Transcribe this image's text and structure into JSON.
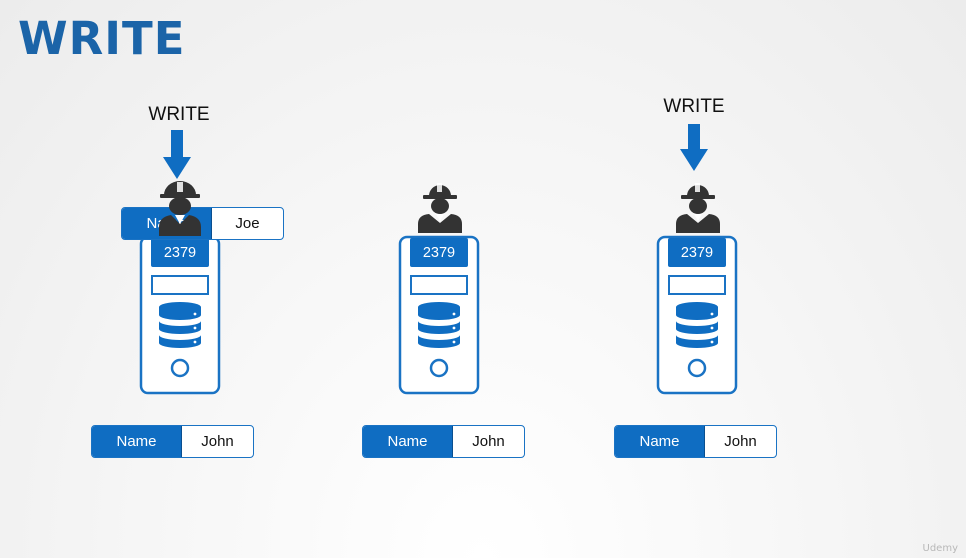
{
  "title": "WRITE",
  "write_labels": [
    "WRITE",
    "WRITE"
  ],
  "nodes": [
    {
      "port": "2379",
      "key": "Name",
      "value": "John"
    },
    {
      "port": "2379",
      "key": "Name",
      "value": "John"
    },
    {
      "port": "2379",
      "key": "Name",
      "value": "John"
    }
  ],
  "incoming_record": {
    "key": "Name",
    "value": "Joe"
  },
  "colors": {
    "accent": "#1b64a8",
    "primary": "#0f6dc2",
    "outline": "#1a73c4",
    "worker": "#333333"
  },
  "icons": [
    "down-arrow-icon",
    "worker-icon",
    "database-icon"
  ],
  "watermark": "Udemy"
}
